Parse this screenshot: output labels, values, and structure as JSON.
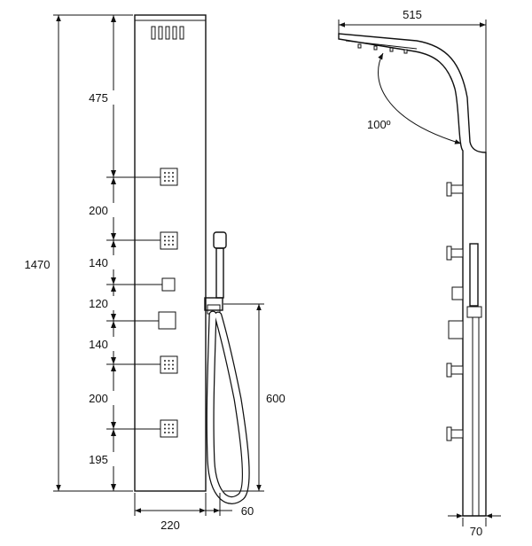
{
  "dimensions": {
    "total_height": "1470",
    "top_section": "475",
    "seg_200_a": "200",
    "seg_140_a": "140",
    "seg_120": "120",
    "seg_140_b": "140",
    "seg_200_b": "200",
    "bottom_section": "195",
    "hose_height": "600",
    "panel_width": "220",
    "handshower_offset": "60",
    "head_reach": "515",
    "head_angle": "100º",
    "panel_depth": "70"
  }
}
